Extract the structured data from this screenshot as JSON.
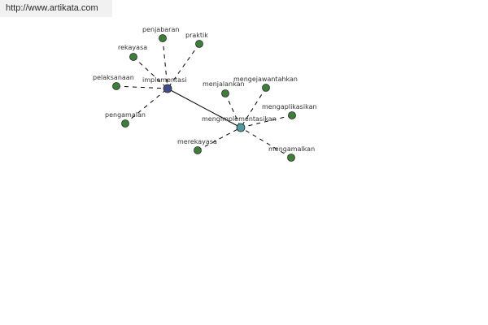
{
  "url": "http://www.artikata.com",
  "colors": {
    "hub_primary": "#3f4a8a",
    "hub_secondary": "#4f9aa0",
    "leaf": "#3e7e3a",
    "edge": "#000000"
  },
  "graph": {
    "hubs": [
      {
        "id": "h1",
        "label": "implementasi",
        "color": "#3f4a8a"
      },
      {
        "id": "h2",
        "label": "mengimplementasikan",
        "color": "#4f9aa0"
      }
    ],
    "leaves": [
      {
        "id": "l1",
        "label": "penjabaran",
        "hub": "h1"
      },
      {
        "id": "l2",
        "label": "praktik",
        "hub": "h1"
      },
      {
        "id": "l3",
        "label": "rekayasa",
        "hub": "h1"
      },
      {
        "id": "l4",
        "label": "pelaksanaan",
        "hub": "h1"
      },
      {
        "id": "l5",
        "label": "pengamalan",
        "hub": "h1"
      },
      {
        "id": "l6",
        "label": "menjalankan",
        "hub": "h2"
      },
      {
        "id": "l7",
        "label": "mengejawantahkan",
        "hub": "h2"
      },
      {
        "id": "l8",
        "label": "mengaplikasikan",
        "hub": "h2"
      },
      {
        "id": "l9",
        "label": "merekayasa",
        "hub": "h2"
      },
      {
        "id": "l10",
        "label": "mengamalkan",
        "hub": "h2"
      }
    ],
    "hub_link": [
      "h1",
      "h2"
    ]
  }
}
